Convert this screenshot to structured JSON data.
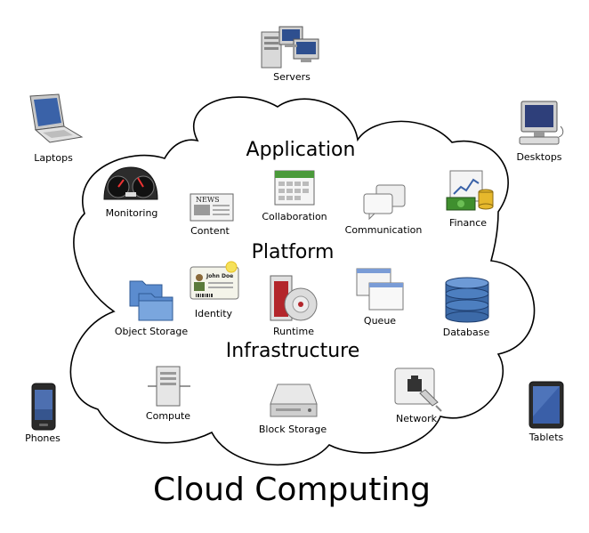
{
  "title": "Cloud Computing",
  "sections": {
    "application": "Application",
    "platform": "Platform",
    "infrastructure": "Infrastructure"
  },
  "devices": {
    "servers": "Servers",
    "laptops": "Laptops",
    "desktops": "Desktops",
    "phones": "Phones",
    "tablets": "Tablets"
  },
  "application": {
    "monitoring": "Monitoring",
    "content": "Content",
    "collaboration": "Collaboration",
    "communication": "Communication",
    "finance": "Finance"
  },
  "platform": {
    "object_storage": "Object Storage",
    "identity": "Identity",
    "runtime": "Runtime",
    "queue": "Queue",
    "database": "Database"
  },
  "infrastructure": {
    "compute": "Compute",
    "block_storage": "Block Storage",
    "network": "Network"
  },
  "icon_text": {
    "news": "NEWS",
    "badge_name": "John Doe"
  },
  "colors": {
    "cloud_stroke": "#000000",
    "folder_blue": "#5b8ccf",
    "database_blue": "#3c6aa8",
    "money_green": "#3f8f2e",
    "runtime_red": "#b3262b"
  }
}
